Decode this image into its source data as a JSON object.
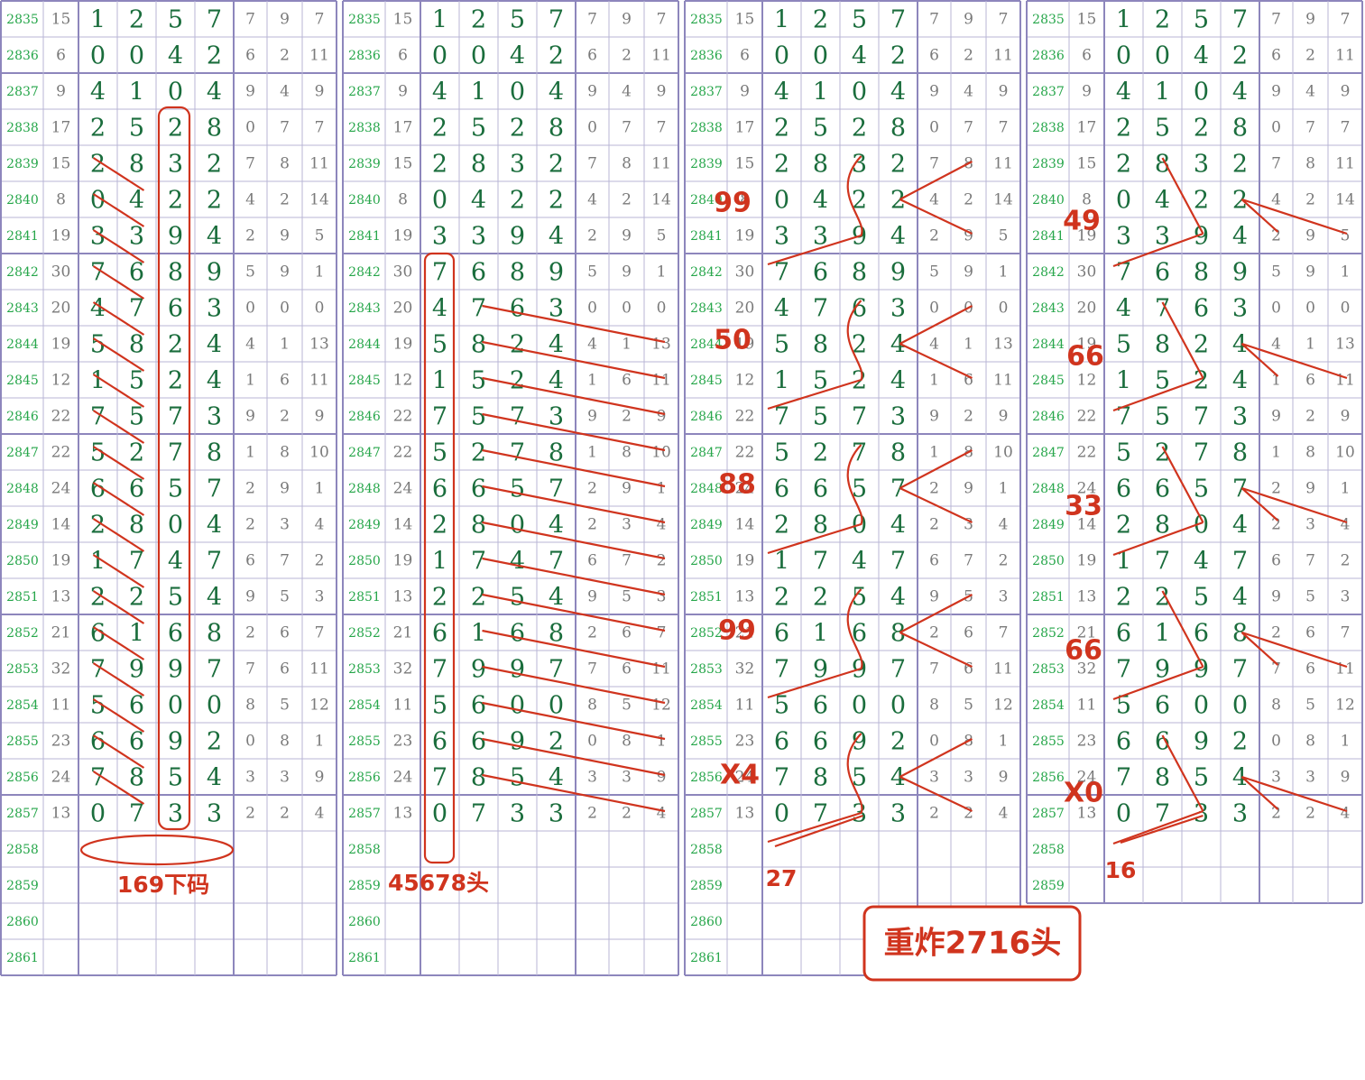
{
  "colors": {
    "grid": "#b9b5d6",
    "grid_thick": "#8d86bc",
    "issue_text": "#26a64a",
    "digit_text": "#1a6d3c",
    "small_text": "#7a7a7a",
    "annotation": "#d0341e"
  },
  "table": {
    "issues": [
      "2835",
      "2836",
      "2837",
      "2838",
      "2839",
      "2840",
      "2841",
      "2842",
      "2843",
      "2844",
      "2845",
      "2846",
      "2847",
      "2848",
      "2849",
      "2850",
      "2851",
      "2852",
      "2853",
      "2854",
      "2855",
      "2856",
      "2857",
      "2858",
      "2859",
      "2860",
      "2861"
    ],
    "sums": [
      "15",
      "6",
      "9",
      "17",
      "15",
      "8",
      "19",
      "30",
      "20",
      "19",
      "12",
      "22",
      "22",
      "24",
      "14",
      "19",
      "13",
      "21",
      "32",
      "11",
      "23",
      "24",
      "13"
    ],
    "digits": [
      [
        "1",
        "2",
        "5",
        "7"
      ],
      [
        "0",
        "0",
        "4",
        "2"
      ],
      [
        "4",
        "1",
        "0",
        "4"
      ],
      [
        "2",
        "5",
        "2",
        "8"
      ],
      [
        "2",
        "8",
        "3",
        "2"
      ],
      [
        "0",
        "4",
        "2",
        "2"
      ],
      [
        "3",
        "3",
        "9",
        "4"
      ],
      [
        "7",
        "6",
        "8",
        "9"
      ],
      [
        "4",
        "7",
        "6",
        "3"
      ],
      [
        "5",
        "8",
        "2",
        "4"
      ],
      [
        "1",
        "5",
        "2",
        "4"
      ],
      [
        "7",
        "5",
        "7",
        "3"
      ],
      [
        "5",
        "2",
        "7",
        "8"
      ],
      [
        "6",
        "6",
        "5",
        "7"
      ],
      [
        "2",
        "8",
        "0",
        "4"
      ],
      [
        "1",
        "7",
        "4",
        "7"
      ],
      [
        "2",
        "2",
        "5",
        "4"
      ],
      [
        "6",
        "1",
        "6",
        "8"
      ],
      [
        "7",
        "9",
        "9",
        "7"
      ],
      [
        "5",
        "6",
        "0",
        "0"
      ],
      [
        "6",
        "6",
        "9",
        "2"
      ],
      [
        "7",
        "8",
        "5",
        "4"
      ],
      [
        "0",
        "7",
        "3",
        "3"
      ]
    ],
    "extras": [
      [
        "7",
        "9",
        "7"
      ],
      [
        "6",
        "2",
        "11"
      ],
      [
        "9",
        "4",
        "9"
      ],
      [
        "0",
        "7",
        "7"
      ],
      [
        "7",
        "8",
        "11"
      ],
      [
        "4",
        "2",
        "14"
      ],
      [
        "2",
        "9",
        "5"
      ],
      [
        "5",
        "9",
        "1"
      ],
      [
        "0",
        "0",
        "0"
      ],
      [
        "4",
        "1",
        "13"
      ],
      [
        "1",
        "6",
        "11"
      ],
      [
        "9",
        "2",
        "9"
      ],
      [
        "1",
        "8",
        "10"
      ],
      [
        "2",
        "9",
        "1"
      ],
      [
        "2",
        "3",
        "4"
      ],
      [
        "6",
        "7",
        "2"
      ],
      [
        "9",
        "5",
        "3"
      ],
      [
        "2",
        "6",
        "7"
      ],
      [
        "7",
        "6",
        "11"
      ],
      [
        "8",
        "5",
        "12"
      ],
      [
        "0",
        "8",
        "1"
      ],
      [
        "3",
        "3",
        "9"
      ],
      [
        "2",
        "2",
        "4"
      ]
    ]
  },
  "panels": [
    {
      "labels": [
        {
          "text": "169下码"
        }
      ]
    },
    {
      "labels": [
        {
          "text": "45678头"
        }
      ]
    },
    {
      "labels": [
        {
          "text": "99"
        },
        {
          "text": "50"
        },
        {
          "text": "88"
        },
        {
          "text": "99"
        },
        {
          "text": "X4"
        },
        {
          "text": "27"
        }
      ]
    },
    {
      "labels": [
        {
          "text": "49"
        },
        {
          "text": "66"
        },
        {
          "text": "33"
        },
        {
          "text": "66"
        },
        {
          "text": "X0"
        },
        {
          "text": "16"
        }
      ]
    }
  ],
  "bottom_callout": "重炸2716头"
}
